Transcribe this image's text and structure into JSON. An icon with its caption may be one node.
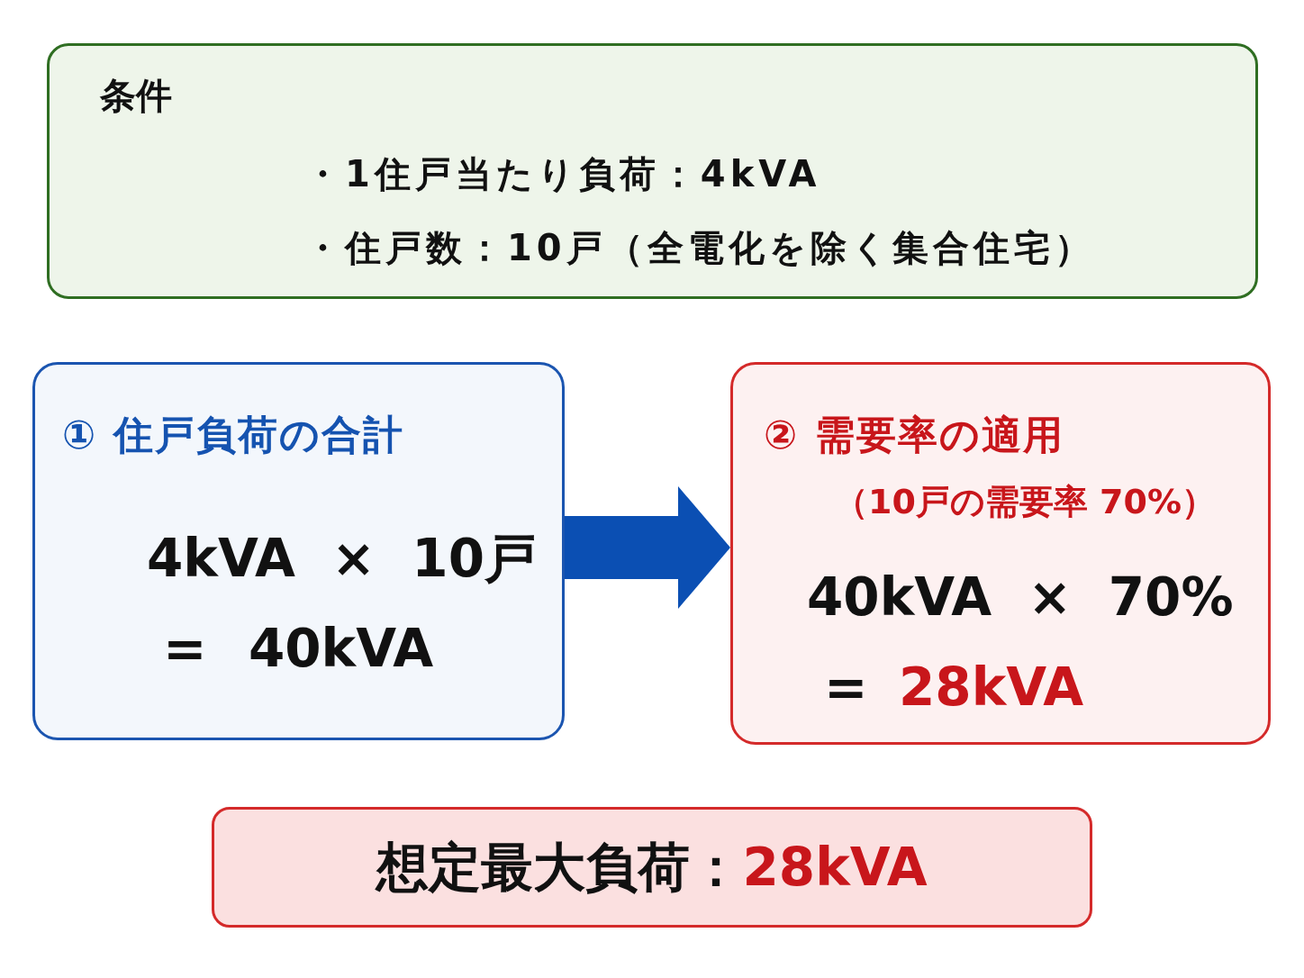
{
  "diagram": {
    "nodes": [
      {
        "text": [
          "条件",
          "・1住戸当たり負荷：4kVA",
          "・住戸数：10戸（全電化を除く集合住宅）"
        ]
      },
      {
        "text": [
          "① 住戸負荷の合計",
          "4kVA × 10戸",
          "= 40kVA"
        ]
      },
      {
        "text": [
          "② 需要率の適用",
          "（10戸の需要率 70%）",
          "40kVA × 70%",
          "=",
          "28kVA"
        ]
      },
      {
        "text": [
          "想定最大負荷：",
          "28kVA"
        ]
      }
    ],
    "edges": [
      {
        "from": 1,
        "to": 2,
        "arrow": "to"
      }
    ]
  }
}
